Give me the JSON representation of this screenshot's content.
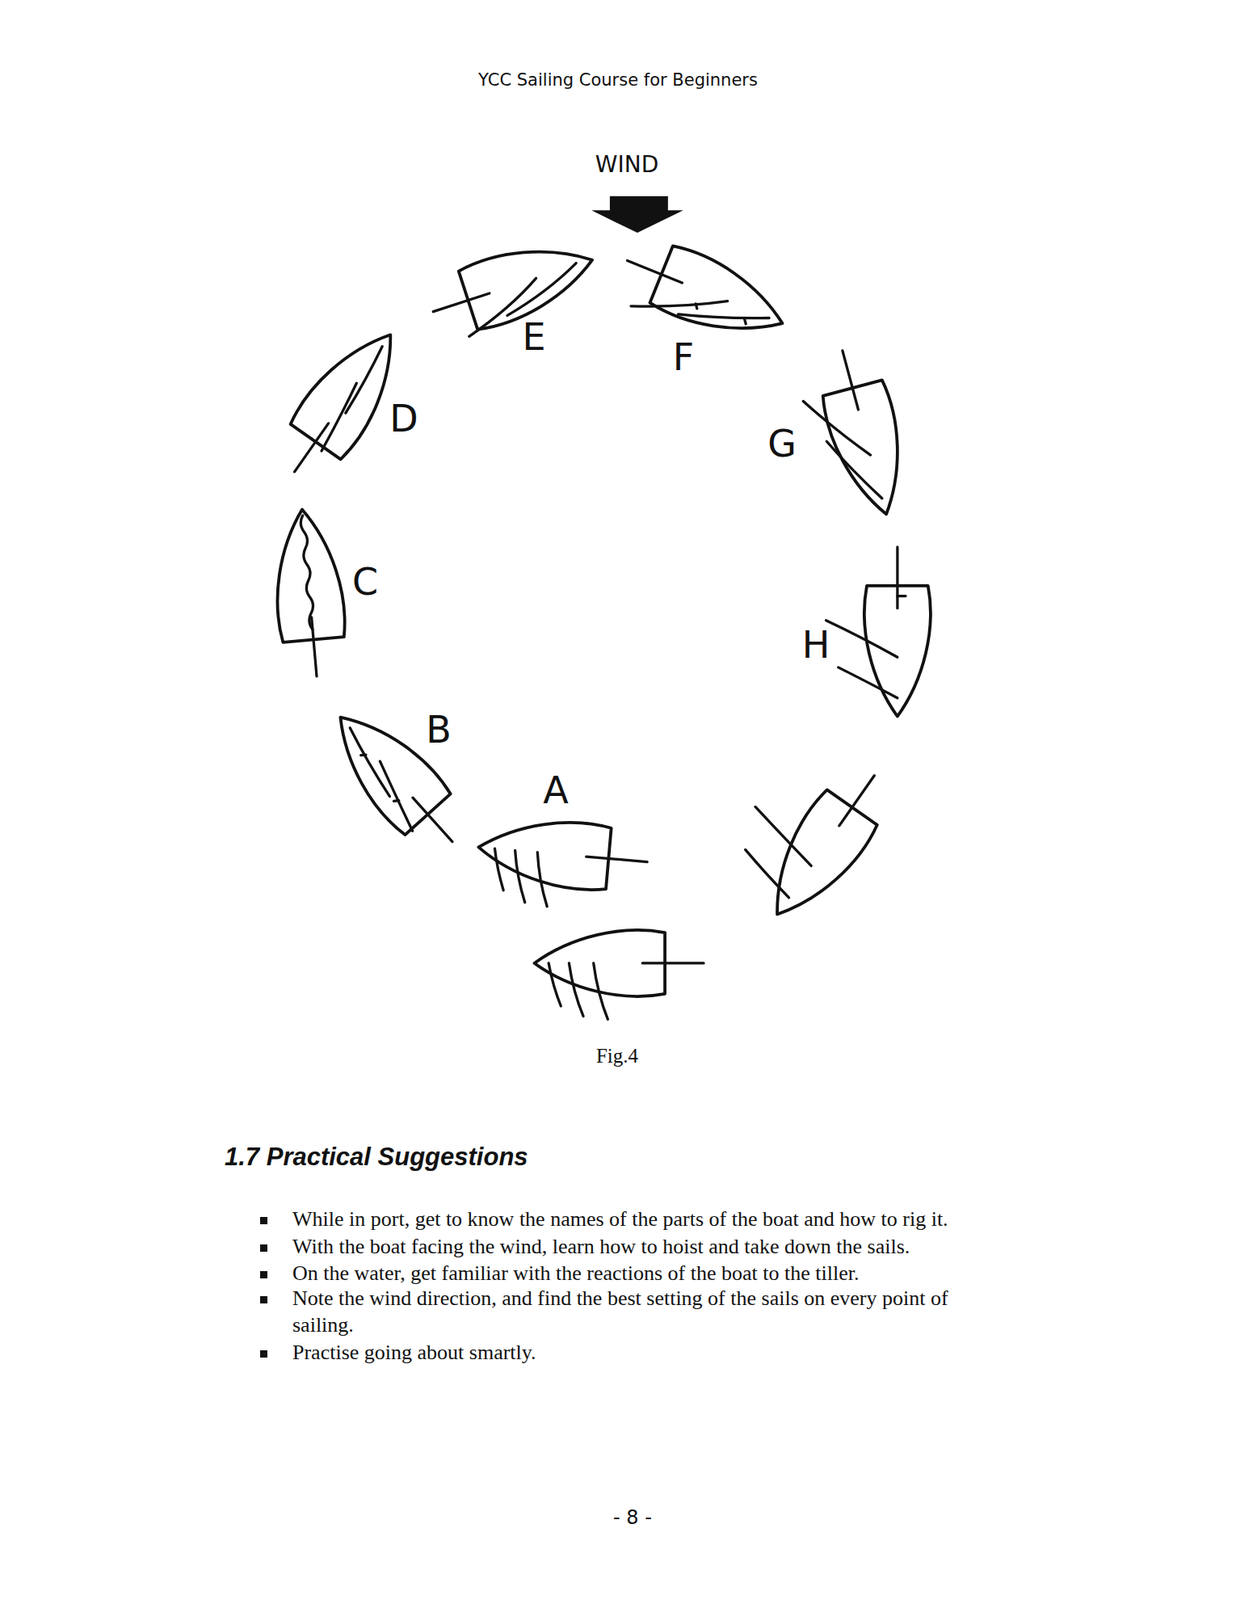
{
  "diagram": {
    "title": "1.7  Practical Suggestions",
    "caption": "Fig.4",
    "labels": [
      "YCC Sailing Course for Beginners",
      "WIND",
      "E",
      "F",
      "D",
      "G",
      "C",
      "H",
      "B",
      "A",
      "While in port, get to know the names of the parts of the boat and how to rig it.",
      "With the boat facing the wind, learn how to hoist and take down the sails.",
      "On the water, get familiar with the reactions of the boat to the tiller.",
      "Note the wind direction, and find the best setting of the sails on every point of sailing.",
      "Practise going about smartly.",
      "- 8 -"
    ]
  }
}
